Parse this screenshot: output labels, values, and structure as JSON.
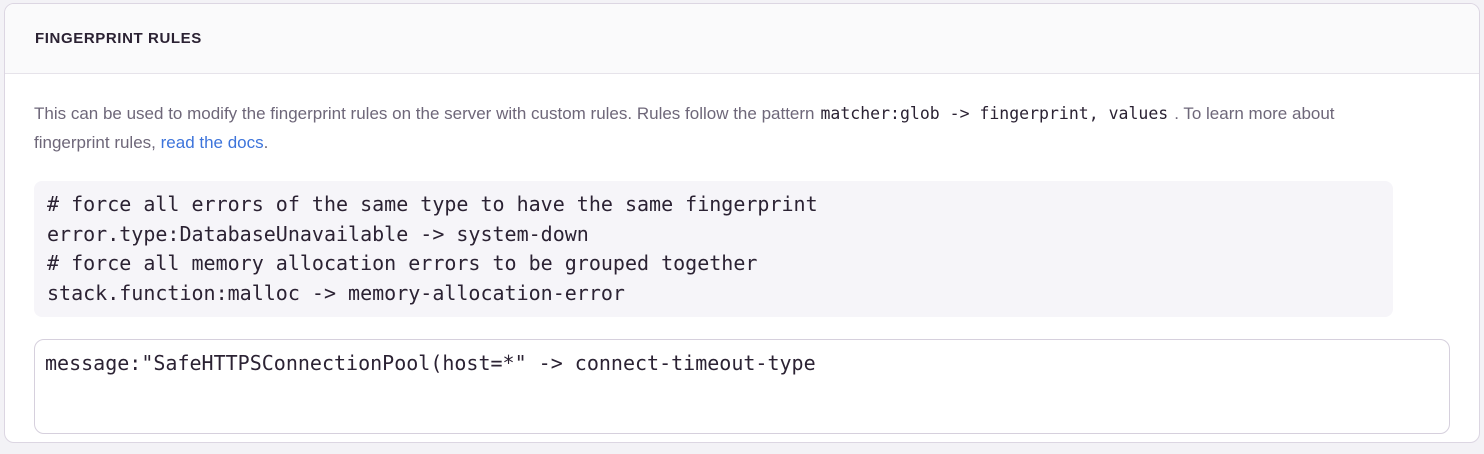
{
  "panel": {
    "title": "FINGERPRINT RULES",
    "description": {
      "text_before": "This can be used to modify the fingerprint rules on the server with custom rules. Rules follow the pattern",
      "inline_code": "matcher:glob -> fingerprint, values",
      "text_middle": ". To learn more about fingerprint rules, ",
      "link_label": "read the docs",
      "text_after": "."
    },
    "code_example": "# force all errors of the same type to have the same fingerprint\nerror.type:DatabaseUnavailable -> system-down\n# force all memory allocation errors to be grouped together\nstack.function:malloc -> memory-allocation-error",
    "rules_input": {
      "value": "message:\"SafeHTTPSConnectionPool(host=*\" -> connect-timeout-type"
    }
  },
  "colors": {
    "link": "#3d74db",
    "title_text": "#2b2233",
    "body_text": "#6e6779",
    "panel_border": "#dcd6e2",
    "header_background": "#fafafb",
    "code_block_background": "#f6f5f9"
  }
}
